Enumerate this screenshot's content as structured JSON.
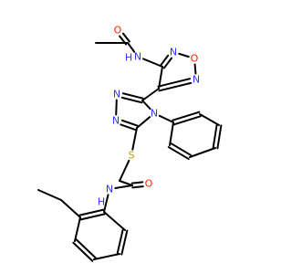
{
  "colors": {
    "bond": "#000000",
    "N": "#3333ff",
    "O": "#ff2200",
    "S": "#b8a000",
    "background": "#ffffff"
  },
  "atoms": {
    "o_acetyl": "O",
    "n_amide_top": "N",
    "h_amide_top": "H",
    "o_furazan": "O",
    "n_furazan_right": "N",
    "n_furazan_left": "N",
    "n_triazole_1": "N",
    "n_triazole_2": "N",
    "n_triazole_4": "N",
    "s_thioether": "S",
    "o_amide_bottom": "O",
    "n_amide_bottom": "N",
    "h_amide_bottom": "H"
  }
}
